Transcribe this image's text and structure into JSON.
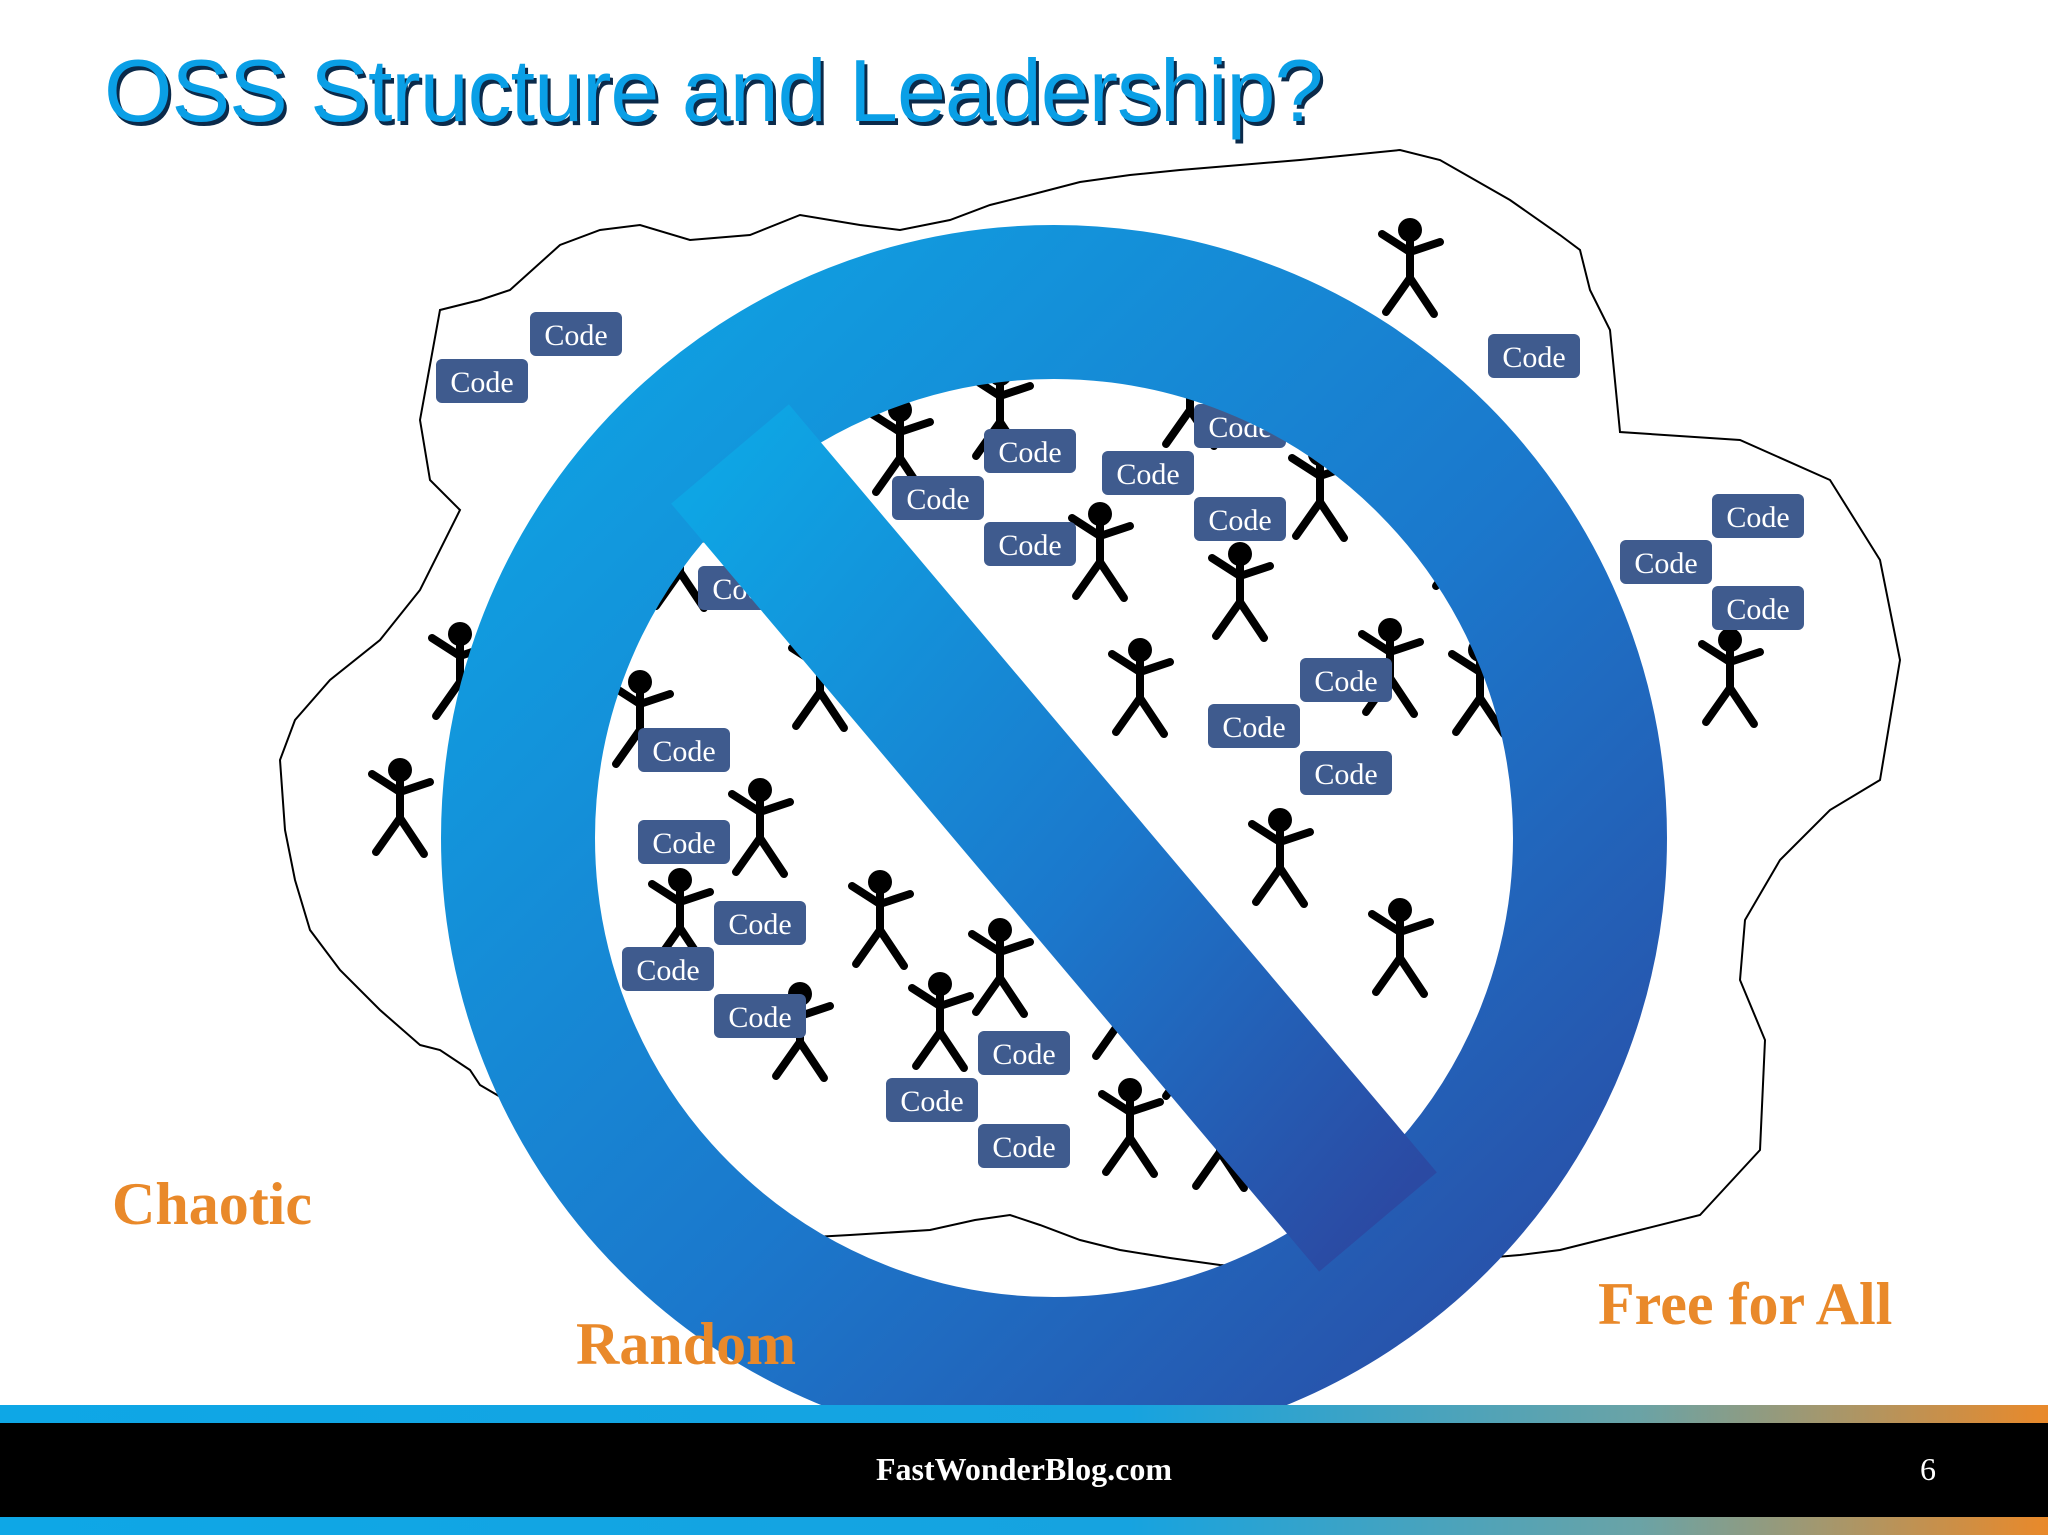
{
  "slide": {
    "title": "OSS Structure and Leadership?",
    "code_label": "Code",
    "captions": {
      "chaotic": "Chaotic",
      "random": "Random",
      "free_for_all": "Free for All"
    },
    "footer": {
      "site": "FastWonderBlog.com",
      "page_number": "6"
    }
  },
  "colors": {
    "title": "#0a9fe6",
    "title_shadow": "#0b2a4a",
    "caption": "#e9892a",
    "code_box": "#3f5b8e",
    "no_sign_light": "#0ea5e4",
    "no_sign_dark": "#2b4aa3",
    "footer_band": "#000000"
  },
  "icons": {
    "prohibition": "no-sign-icon",
    "person": "stick-figure-icon"
  }
}
